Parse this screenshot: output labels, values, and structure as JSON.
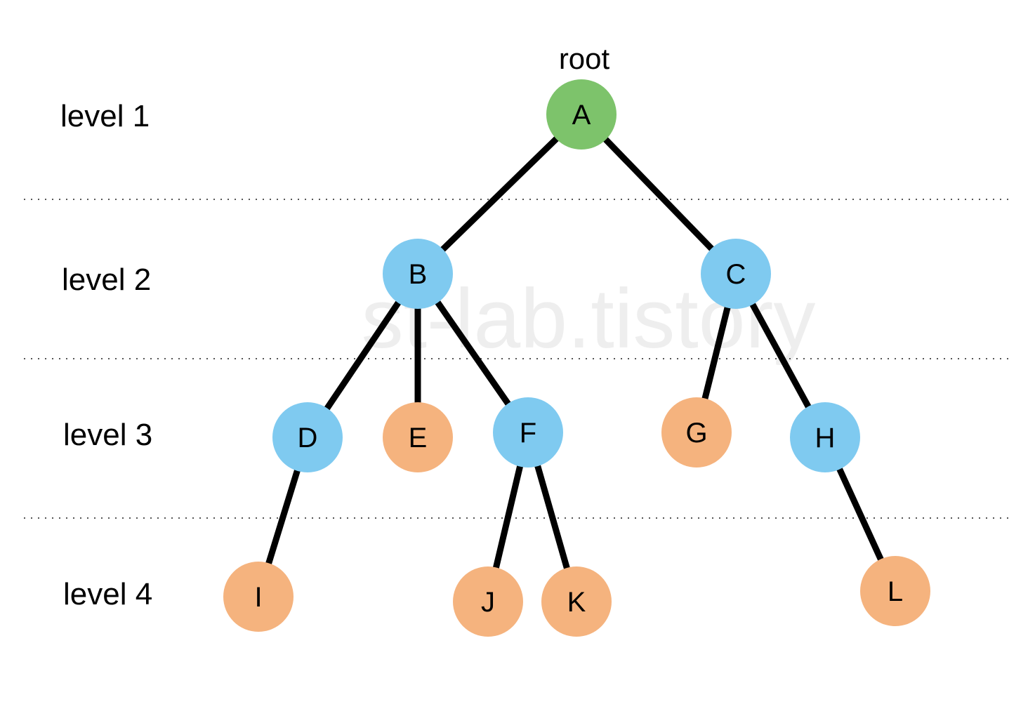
{
  "watermark": "st-lab.tistory",
  "root_label": "root",
  "levels": [
    {
      "label": "level 1"
    },
    {
      "label": "level 2"
    },
    {
      "label": "level 3"
    },
    {
      "label": "level 4"
    }
  ],
  "colors": {
    "root": "#7dc36b",
    "internal": "#7fcaf0",
    "leaf": "#f5b37e",
    "edge": "#000000"
  },
  "nodes": [
    {
      "id": "A",
      "label": "A",
      "level": 1,
      "kind": "root"
    },
    {
      "id": "B",
      "label": "B",
      "level": 2,
      "kind": "internal"
    },
    {
      "id": "C",
      "label": "C",
      "level": 2,
      "kind": "internal"
    },
    {
      "id": "D",
      "label": "D",
      "level": 3,
      "kind": "internal"
    },
    {
      "id": "E",
      "label": "E",
      "level": 3,
      "kind": "leaf"
    },
    {
      "id": "F",
      "label": "F",
      "level": 3,
      "kind": "internal"
    },
    {
      "id": "G",
      "label": "G",
      "level": 3,
      "kind": "leaf"
    },
    {
      "id": "H",
      "label": "H",
      "level": 3,
      "kind": "internal"
    },
    {
      "id": "I",
      "label": "I",
      "level": 4,
      "kind": "leaf"
    },
    {
      "id": "J",
      "label": "J",
      "level": 4,
      "kind": "leaf"
    },
    {
      "id": "K",
      "label": "K",
      "level": 4,
      "kind": "leaf"
    },
    {
      "id": "L",
      "label": "L",
      "level": 4,
      "kind": "leaf"
    }
  ],
  "edges": [
    {
      "from": "A",
      "to": "B"
    },
    {
      "from": "A",
      "to": "C"
    },
    {
      "from": "B",
      "to": "D"
    },
    {
      "from": "B",
      "to": "E"
    },
    {
      "from": "B",
      "to": "F"
    },
    {
      "from": "C",
      "to": "G"
    },
    {
      "from": "C",
      "to": "H"
    },
    {
      "from": "D",
      "to": "I"
    },
    {
      "from": "F",
      "to": "J"
    },
    {
      "from": "F",
      "to": "K"
    },
    {
      "from": "H",
      "to": "L"
    }
  ]
}
